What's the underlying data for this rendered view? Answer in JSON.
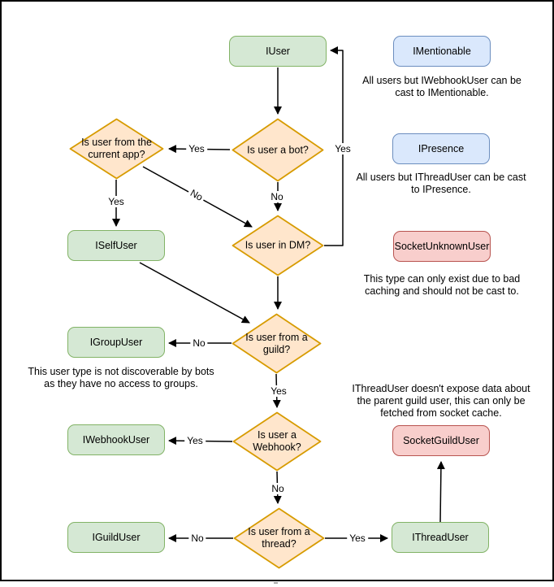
{
  "colors": {
    "interface_fill": "#d5e8d4",
    "interface_border": "#82b366",
    "decision_fill": "#ffe6cc",
    "decision_border": "#d79b00",
    "castable_fill": "#dae8fc",
    "castable_border": "#6c8ebf",
    "socket_fill": "#f8cecc",
    "socket_border": "#b85450",
    "line_color": "#000000"
  },
  "nodes": {
    "iuser": {
      "label": "IUser"
    },
    "imentionable": {
      "label": "IMentionable"
    },
    "ipresence": {
      "label": "IPresence"
    },
    "socketunknownuser": {
      "label": "SocketUnknownUser"
    },
    "iselfuser": {
      "label": "ISelfUser"
    },
    "igroupuser": {
      "label": "IGroupUser"
    },
    "iwebhookuser": {
      "label": "IWebhookUser"
    },
    "socketguilduser": {
      "label": "SocketGuildUser"
    },
    "iguilduser": {
      "label": "IGuildUser"
    },
    "ithreaduser": {
      "label": "IThreadUser"
    }
  },
  "decisions": {
    "is_bot": {
      "label": "Is user a bot?"
    },
    "current_app": {
      "label": "Is user from the current app?"
    },
    "in_dm": {
      "label": "Is user in DM?"
    },
    "from_guild": {
      "label": "Is user from a guild?"
    },
    "is_webhook": {
      "label": "Is user a Webhook?"
    },
    "from_thread": {
      "label": "Is user from a thread?"
    }
  },
  "edge_labels": {
    "bot_to_app_yes": "Yes",
    "bot_to_dm_no": "No",
    "app_to_selfuser_yes": "Yes",
    "app_to_dm_no": "No",
    "dm_to_iuser_yes": "Yes",
    "guild_to_group_no": "No",
    "guild_to_webhook_yes": "Yes",
    "webhook_to_iwebhook_yes": "Yes",
    "webhook_to_thread_no": "No",
    "thread_to_iguild_no": "No",
    "thread_to_ithread_yes": "Yes"
  },
  "notes": {
    "mentionable": "All users but IWebhookUser can be cast to IMentionable.",
    "presence": "All users but IThreadUser can be cast to IPresence.",
    "unknown": "This type can only exist due to bad caching and should not be cast to.",
    "group": "This user type is not discoverable by bots as they have no access to groups.",
    "thread": "IThreadUser doesn't expose data about the parent guild user, this can only be fetched from socket cache."
  }
}
